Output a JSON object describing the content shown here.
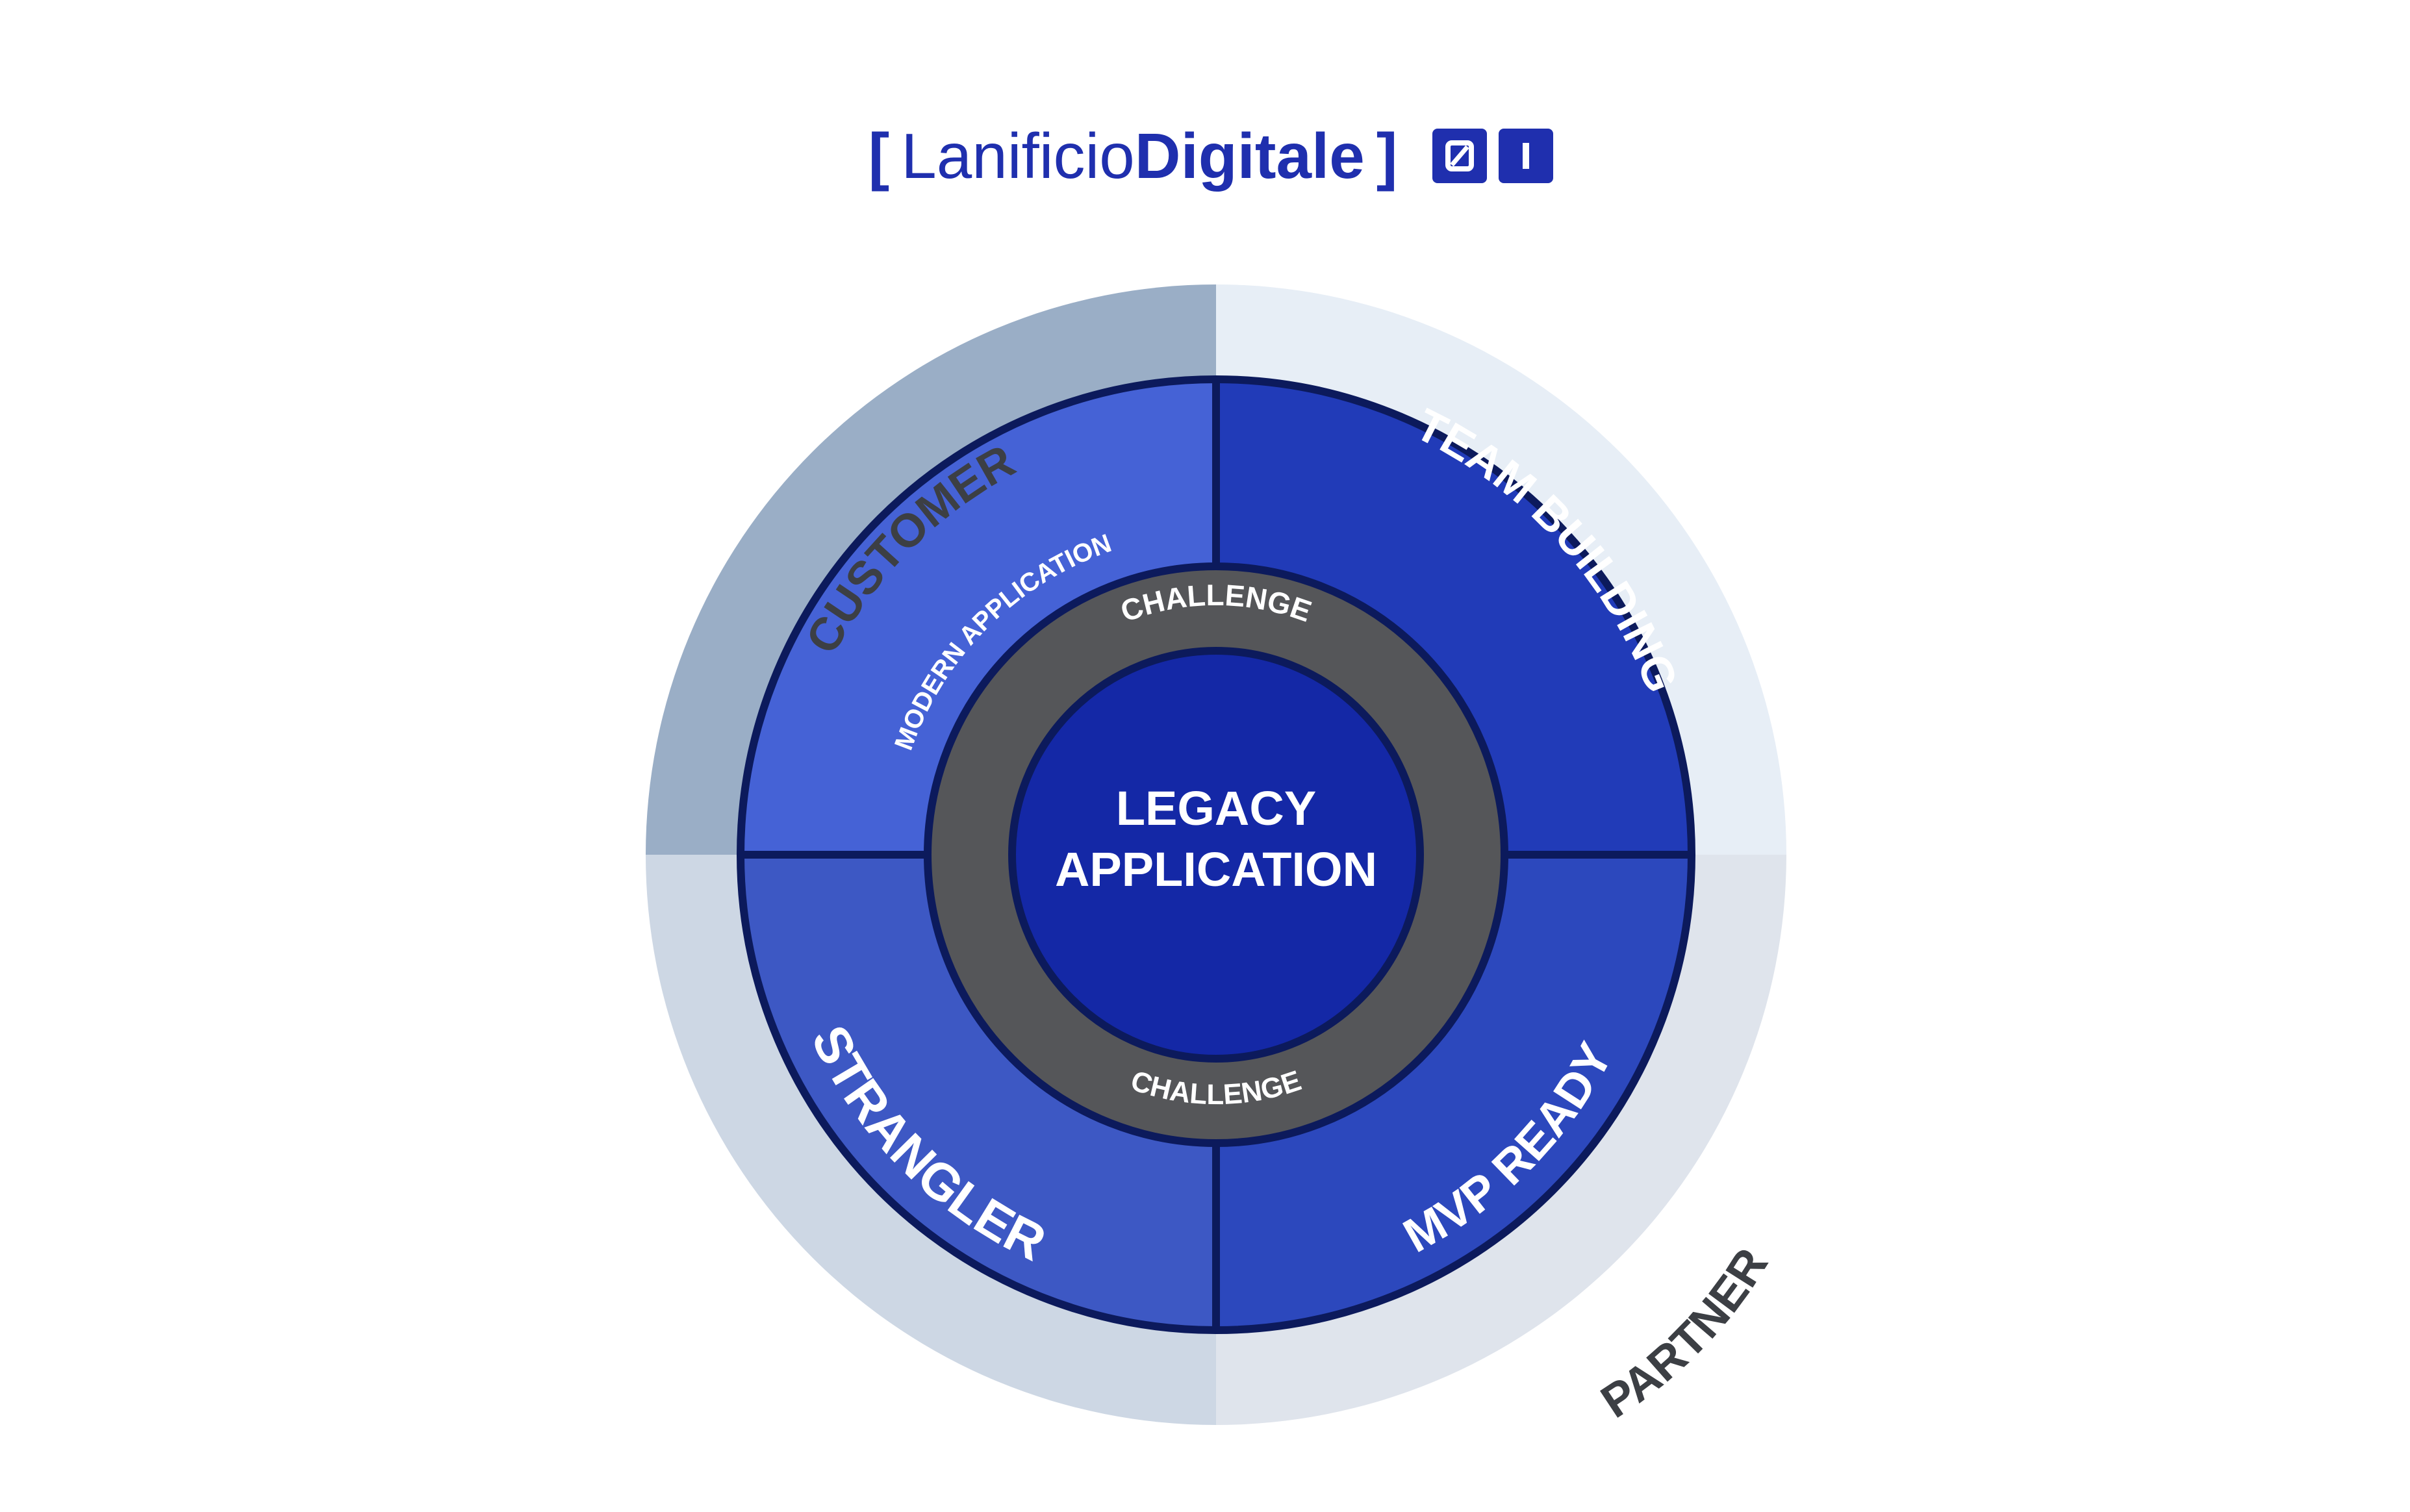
{
  "logo": {
    "bracket_open": "[",
    "name_light": "Lanificio",
    "name_bold": "Digitale",
    "bracket_close": "]"
  },
  "diagram": {
    "outer_ring": {
      "customer": "CUSTOMER",
      "partner": "PARTNER"
    },
    "quadrants": {
      "top_left": "MODERN APPLICATION",
      "top_right": "TEAM BUILDING",
      "bottom_left": "STRANGLER",
      "bottom_right": "MVP READY"
    },
    "challenge_ring": {
      "top": "CHALLENGE",
      "bottom": "CHALLENGE"
    },
    "core": {
      "line1": "LEGACY",
      "line2": "APPLICATION"
    }
  },
  "colors": {
    "brand": "#1f2fae",
    "outer_top_left": "#9aaec6",
    "outer_top_right": "#e7eef6",
    "outer_bottom_left": "#cdd7e4",
    "outer_bottom_right": "#dfe4ec",
    "quad_top_left": "#4562d6",
    "quad_top_right": "#213bb8",
    "quad_bottom_left": "#3d58c4",
    "quad_bottom_right": "#2c48bd",
    "challenge_ring": "#555659",
    "core": "#1428a6",
    "stroke": "#0c1a5c",
    "dark_label": "#3c3f44"
  }
}
